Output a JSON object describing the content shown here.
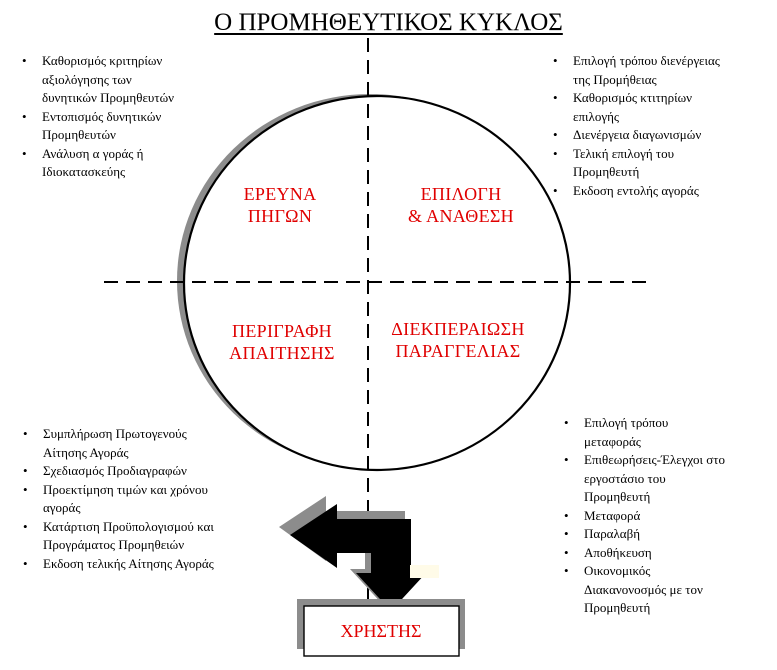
{
  "title": "Ο ΠΡΟΜΗΘΕΥΤΙΚΟΣ ΚΥΚΛΟΣ",
  "quadrants": {
    "top_left": [
      "ΕΡΕΥΝΑ",
      "ΠΗΓΩΝ"
    ],
    "top_right": [
      "ΕΠΙΛΟΓΗ",
      "& ΑΝΑΘΕΣΗ"
    ],
    "bottom_left": [
      "ΠΕΡΙΓΡΑΦΗ",
      "ΑΠΑΙΤΗΣΗΣ"
    ],
    "bottom_right": [
      "ΔΙΕΚΠΕΡΑΙΩΣΗ",
      "ΠΑΡΑΓΓΕΛΙΑΣ"
    ]
  },
  "lists": {
    "top_left": [
      [
        "Καθορισμός κριτηρίων",
        "αξιολόγησης  των",
        "δυνητικών  Προμηθευτών"
      ],
      [
        "Εντοπισμός  δυνητικών",
        "Προμηθευτών"
      ],
      [
        "Ανάλυση  α γοράς ή",
        "Ιδιοκατασκεύης"
      ]
    ],
    "top_right": [
      [
        "Επιλογή τρόπου διενέργειας",
        "της Προμήθειας"
      ],
      [
        "Καθορισμός κτιτηρίων",
        "επιλογής"
      ],
      [
        "Διενέργεια   διαγωνισμών"
      ],
      [
        "Τελική επιλογή του",
        "Προμηθευτή"
      ],
      [
        "Εκδοση εντολής αγοράς"
      ]
    ],
    "bottom_left": [
      [
        "Συμπλήρωση Πρωτογενούς",
        "Αίτησης Αγοράς"
      ],
      [
        "Σχεδιασμός Προδιαγραφών"
      ],
      [
        "Προεκτίμηση τιμών  και χρόνου",
        "αγοράς"
      ],
      [
        "Κατάρτιση Προϋπολογισμού και",
        "Προγράματος Προμηθειών"
      ],
      [
        "Εκδοση τελικής  Αίτησης Αγοράς"
      ]
    ],
    "bottom_right": [
      [
        "Επιλογή τρόπου",
        "μεταφοράς"
      ],
      [
        "Επιθεωρήσεις-Έλεγχοι στο",
        "εργοστάσιο του",
        "Προμηθευτή"
      ],
      [
        "Μεταφορά"
      ],
      [
        "Παραλαβή"
      ],
      [
        "Αποθήκευση"
      ],
      [
        "Οικονομικός",
        "Διακανονοσμός με τον",
        "Προμηθευτή"
      ]
    ]
  },
  "user_box": "ΧΡΗΣΤΗΣ",
  "colors": {
    "accent": "#e00000",
    "shadow": "#8c8c8c"
  }
}
